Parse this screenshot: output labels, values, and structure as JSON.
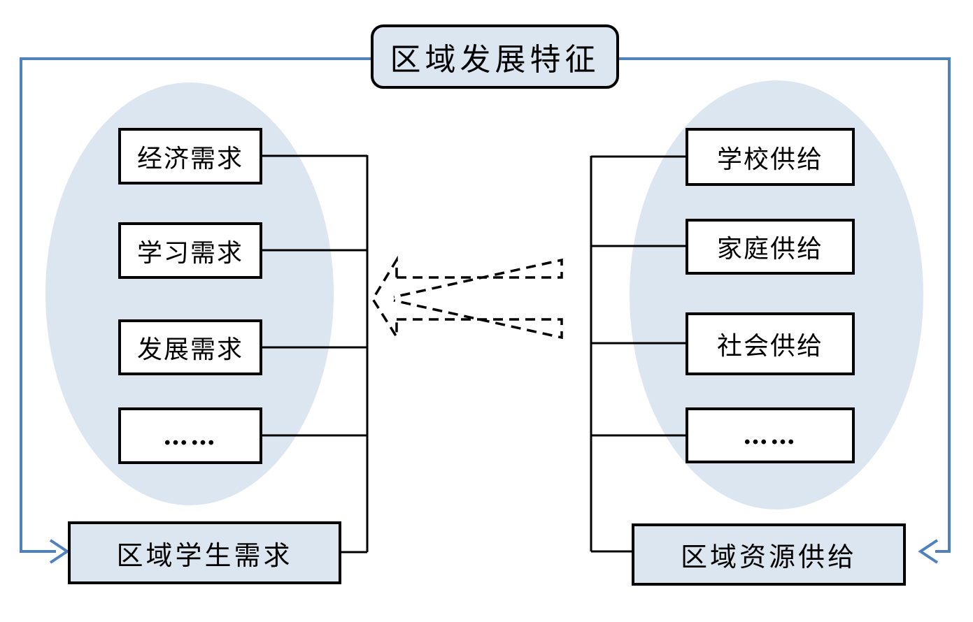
{
  "diagram": {
    "title": "区域发展特征",
    "left_group": {
      "items": [
        {
          "label": "经济需求"
        },
        {
          "label": "学习需求"
        },
        {
          "label": "发展需求"
        },
        {
          "label": "……"
        }
      ],
      "summary": "区域学生需求"
    },
    "right_group": {
      "items": [
        {
          "label": "学校供给"
        },
        {
          "label": "家庭供给"
        },
        {
          "label": "社会供给"
        },
        {
          "label": "……"
        }
      ],
      "summary": "区域资源供给"
    },
    "colors": {
      "group_fill": "#dce6f1",
      "connector_blue": "#4f81bd",
      "line_black": "#000000"
    }
  }
}
